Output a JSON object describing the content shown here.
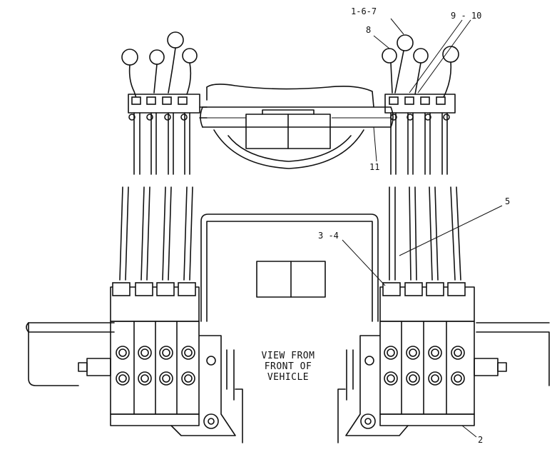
{
  "callouts": {
    "c1": "1-6-7",
    "c8": "8",
    "c9": "9 - 10",
    "c11": "11",
    "c5": "5",
    "c34": "3 -4",
    "c2": "2"
  },
  "view_note": {
    "line1": "VIEW FROM",
    "line2": "FRONT OF",
    "line3": "VEHICLE"
  }
}
